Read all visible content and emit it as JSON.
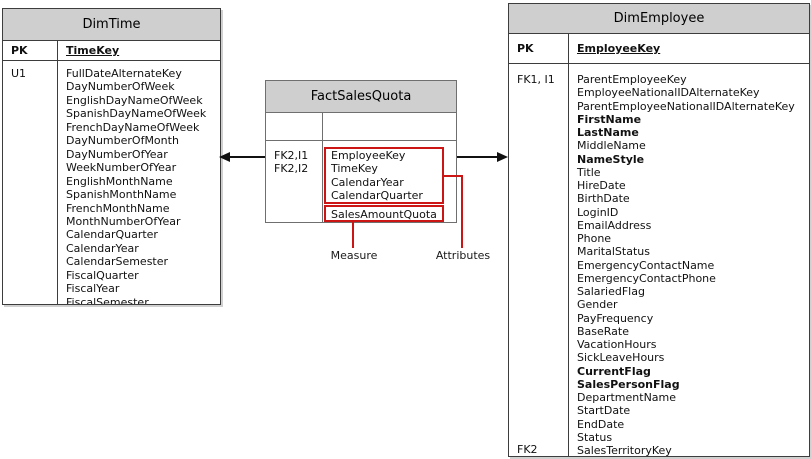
{
  "diagram": {
    "tables": {
      "dim_time": {
        "title": "DimTime",
        "pk_label": "PK",
        "pk_field": "TimeKey",
        "index_label": "U1",
        "attributes": [
          "FullDateAlternateKey",
          "DayNumberOfWeek",
          "EnglishDayNameOfWeek",
          "SpanishDayNameOfWeek",
          "FrenchDayNameOfWeek",
          "DayNumberOfMonth",
          "DayNumberOfYear",
          "WeekNumberOfYear",
          "EnglishMonthName",
          "SpanishMonthName",
          "FrenchMonthName",
          "MonthNumberOfYear",
          "CalendarQuarter",
          "CalendarYear",
          "CalendarSemester",
          "FiscalQuarter",
          "FiscalYear",
          "FiscalSemester"
        ]
      },
      "fact_sales_quota": {
        "title": "FactSalesQuota",
        "fk_labels": [
          "FK2,I1",
          "FK2,I2"
        ],
        "attributes": [
          "EmployeeKey",
          "TimeKey",
          "CalendarYear",
          "CalendarQuarter"
        ],
        "measure": "SalesAmountQuota"
      },
      "dim_employee": {
        "title": "DimEmployee",
        "pk_label": "PK",
        "pk_field": "EmployeeKey",
        "fk_top": "FK1, I1",
        "fk_bottom": "FK2",
        "attributes": [
          {
            "text": "ParentEmployeeKey"
          },
          {
            "text": "EmployeeNationalIDAlternateKey"
          },
          {
            "text": "ParentEmployeeNationalIDAlternateKey"
          },
          {
            "text": "FirstName",
            "bold": true
          },
          {
            "text": "LastName",
            "bold": true
          },
          {
            "text": "MiddleName"
          },
          {
            "text": "NameStyle",
            "bold": true
          },
          {
            "text": "Title"
          },
          {
            "text": "HireDate"
          },
          {
            "text": "BirthDate"
          },
          {
            "text": "LoginID"
          },
          {
            "text": "EmailAddress"
          },
          {
            "text": "Phone"
          },
          {
            "text": "MaritalStatus"
          },
          {
            "text": "EmergencyContactName"
          },
          {
            "text": "EmergencyContactPhone"
          },
          {
            "text": "SalariedFlag"
          },
          {
            "text": "Gender"
          },
          {
            "text": "PayFrequency"
          },
          {
            "text": "BaseRate"
          },
          {
            "text": "VacationHours"
          },
          {
            "text": "SickLeaveHours"
          },
          {
            "text": "CurrentFlag",
            "bold": true
          },
          {
            "text": "SalesPersonFlag",
            "bold": true
          },
          {
            "text": "DepartmentName"
          },
          {
            "text": "StartDate"
          },
          {
            "text": "EndDate"
          },
          {
            "text": "Status"
          },
          {
            "text": "SalesTerritoryKey"
          }
        ]
      }
    },
    "annotations": {
      "measure_label": "Measure",
      "attributes_label": "Attributes"
    },
    "colors": {
      "header_bg": "#cfcfcf",
      "table_border": "#3d3d3d",
      "fact_border": "#6f6f6f",
      "annotation_red": "#cc1616",
      "arrow": "#111111"
    }
  }
}
